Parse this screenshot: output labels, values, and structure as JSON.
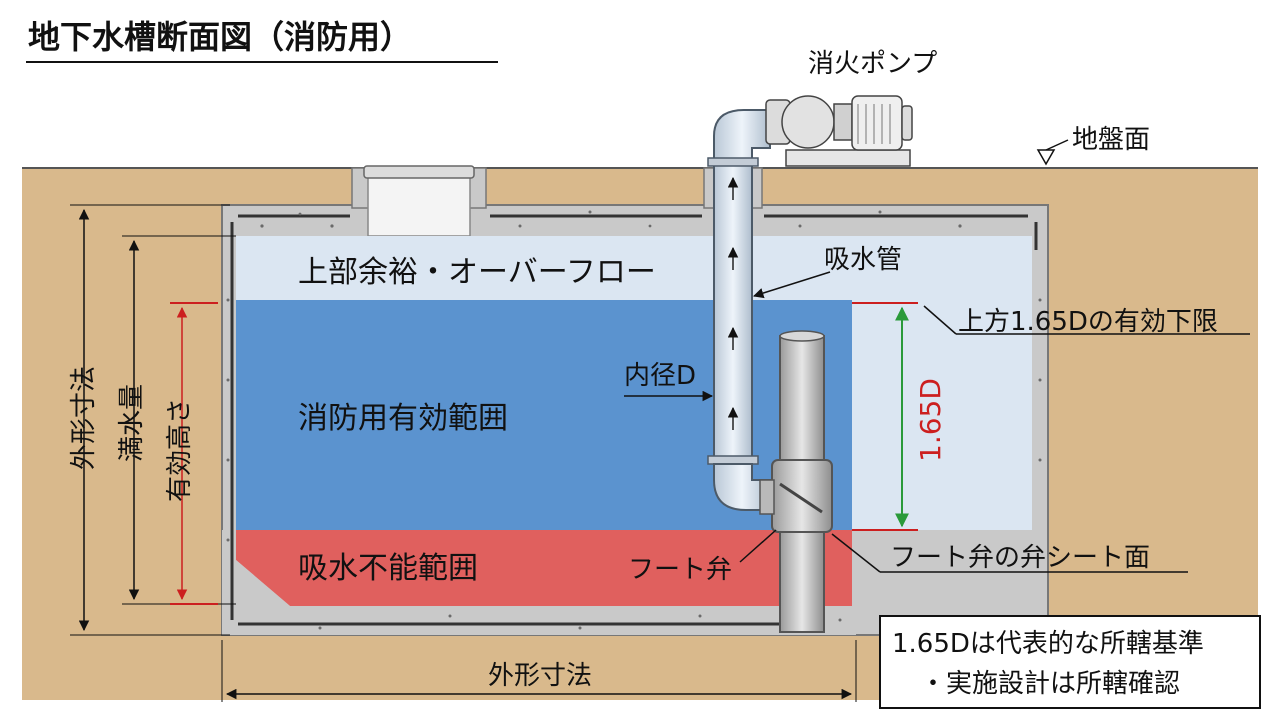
{
  "title": "地下水槽断面図（消防用）",
  "labels": {
    "pump": "消火ポンプ",
    "ground": "地盤面",
    "suction_pipe": "吸水管",
    "upper_zone": "上部余裕・オーバーフロー",
    "effective_zone": "消防用有効範囲",
    "unusable_zone": "吸水不能範囲",
    "inner_diameter": "内径D",
    "foot_valve": "フート弁",
    "effective_lower_limit": "上方1.65Dの有効下限",
    "valve_seat": "フート弁の弁シート面",
    "dim_165d": "1.65D",
    "dim_outer_vertical": "外形寸法",
    "dim_full_water": "満水量",
    "dim_effective_height": "有効高さ",
    "dim_outer_horizontal": "外形寸法"
  },
  "note": {
    "line1": "1.65Dは代表的な所轄基準",
    "line2": "・実施設計は所轄確認"
  },
  "colors": {
    "soil": "#d9b98c",
    "concrete": "#c9c9c9",
    "upper_water": "#dbe6f2",
    "effective_water": "#5b93cf",
    "unusable_water": "#e0605e",
    "dim_red": "#cc1f1f",
    "dim_green": "#2a9a3a",
    "pipe": "#d6e2ee"
  }
}
